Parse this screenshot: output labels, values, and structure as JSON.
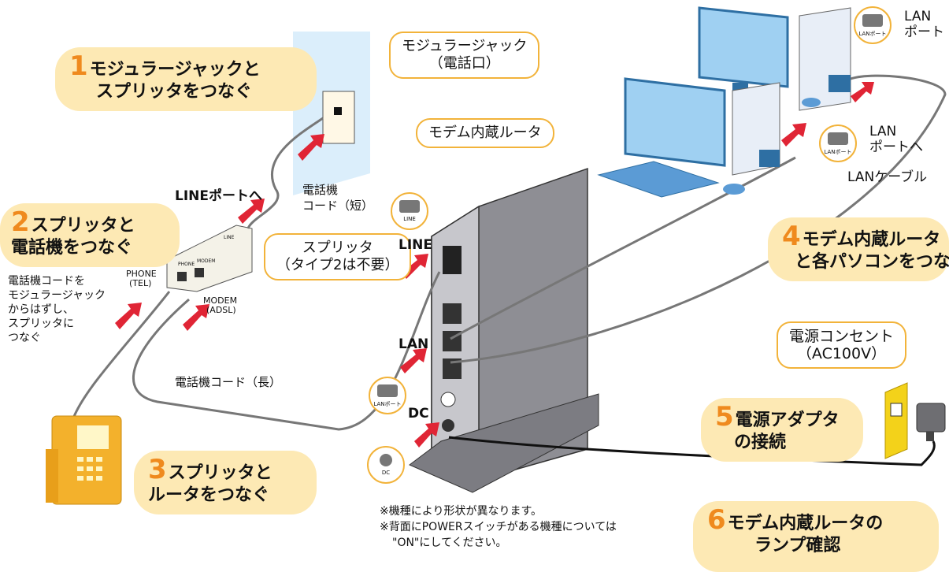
{
  "steps": {
    "s1": {
      "num": "1",
      "line1": "モジュラージャックと",
      "line2": "スプリッタをつなぐ"
    },
    "s2": {
      "num": "2",
      "line1": "スプリッタと",
      "line2": "電話機をつなぐ"
    },
    "s3": {
      "num": "3",
      "line1": "スプリッタと",
      "line2": "ルータをつなぐ"
    },
    "s4": {
      "num": "4",
      "line1": "モデム内蔵ルータ",
      "line2": "と各パソコンをつなぐ"
    },
    "s5": {
      "num": "5",
      "line1": "電源アダプタ",
      "line2": "の接続"
    },
    "s6": {
      "num": "6",
      "line1": "モデム内蔵ルータの",
      "line2": "ランプ確認"
    }
  },
  "callouts": {
    "jack": {
      "line1": "モジュラージャック",
      "line2": "（電話口）"
    },
    "router": {
      "line1": "モデム内蔵ルータ"
    },
    "splitter": {
      "line1": "スプリッタ",
      "line2": "（タイプ2は不要）"
    },
    "outlet": {
      "line1": "電源コンセント",
      "line2": "（AC100V）"
    }
  },
  "labels": {
    "line_port_to": "LINEポートへ",
    "phone_cord_short_1": "電話機",
    "phone_cord_short_2": "コード（短）",
    "phone_cord_long": "電話機コード（長）",
    "phone_tel_1": "PHONE",
    "phone_tel_2": "(TEL)",
    "modem_adsl_1": "MODEM",
    "modem_adsl_2": "(ADSL)",
    "splitter_phone": "PHONE",
    "splitter_modem": "MODEM",
    "splitter_line": "LINE",
    "instr_1": "電話機コードを",
    "instr_2": "モジュラージャック",
    "instr_3": "からはずし、",
    "instr_4": "スプリッタに",
    "instr_5": "つなぐ",
    "line": "LINE",
    "lan": "LAN",
    "dc": "DC",
    "lan_port_1a": "LAN",
    "lan_port_1b": "ポート",
    "lan_port_2a": "LAN",
    "lan_port_2b": "ポートへ",
    "lan_cable": "LANケーブル",
    "icon_line": "LINE",
    "icon_lan": "LANポート",
    "icon_lan2": "LANポート",
    "icon_lan3": "LANポート",
    "icon_dc": "DC"
  },
  "notes": {
    "n1": "※機種により形状が異なります。",
    "n2": "※背面にPOWERスイッチがある機種については",
    "n3": "\"ON\"にしてください。"
  },
  "colors": {
    "accent": "#ef8a1e",
    "bubble": "#fde9b4",
    "arrow": "#e02535",
    "screen": "#9fd0f2"
  }
}
